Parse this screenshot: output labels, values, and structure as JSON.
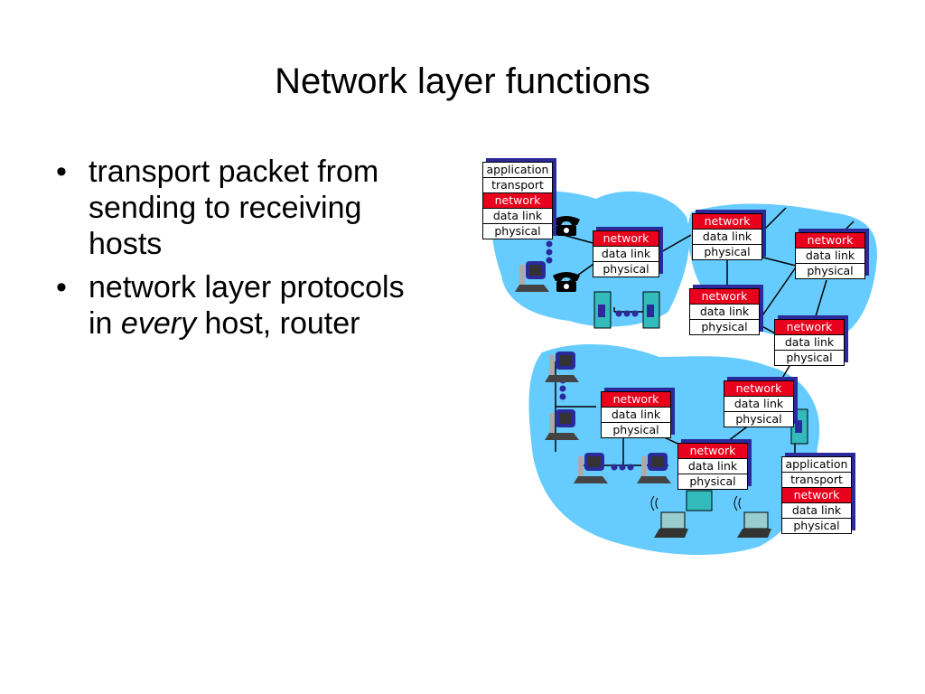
{
  "slide": {
    "title": "Network layer functions",
    "bullet_marker": "•",
    "bullets": [
      {
        "text_plain": "transport packet from sending to receiving hosts"
      },
      {
        "text_before": "network layer protocols in ",
        "text_italic": "every",
        "text_after": " host, router"
      }
    ]
  },
  "diagram": {
    "colors": {
      "cloud": "#66ccff",
      "network_layer": "#e8001c",
      "stack_shadow": "#2a2a9a",
      "server": "#33bbbb"
    },
    "host_stacks": [
      {
        "id": "sending-host",
        "layers": [
          "application",
          "transport",
          "network",
          "data link",
          "physical"
        ]
      },
      {
        "id": "receiving-host",
        "layers": [
          "application",
          "transport",
          "network",
          "data link",
          "physical"
        ]
      }
    ],
    "router_stacks": [
      {
        "id": "router-1",
        "layers": [
          "network",
          "data link",
          "physical"
        ]
      },
      {
        "id": "router-2",
        "layers": [
          "network",
          "data link",
          "physical"
        ]
      },
      {
        "id": "router-3",
        "layers": [
          "network",
          "data link",
          "physical"
        ]
      },
      {
        "id": "router-4",
        "layers": [
          "network",
          "data link",
          "physical"
        ]
      },
      {
        "id": "router-5",
        "layers": [
          "network",
          "data link",
          "physical"
        ]
      },
      {
        "id": "router-6",
        "layers": [
          "network",
          "data link",
          "physical"
        ]
      },
      {
        "id": "router-7",
        "layers": [
          "network",
          "data link",
          "physical"
        ]
      },
      {
        "id": "router-8",
        "layers": [
          "network",
          "data link",
          "physical"
        ]
      }
    ],
    "icons": [
      "telephone-icon",
      "desktop-computer-icon",
      "server-icon",
      "laptop-icon",
      "wireless-signal-icon",
      "ellipsis-dots-icon"
    ]
  }
}
